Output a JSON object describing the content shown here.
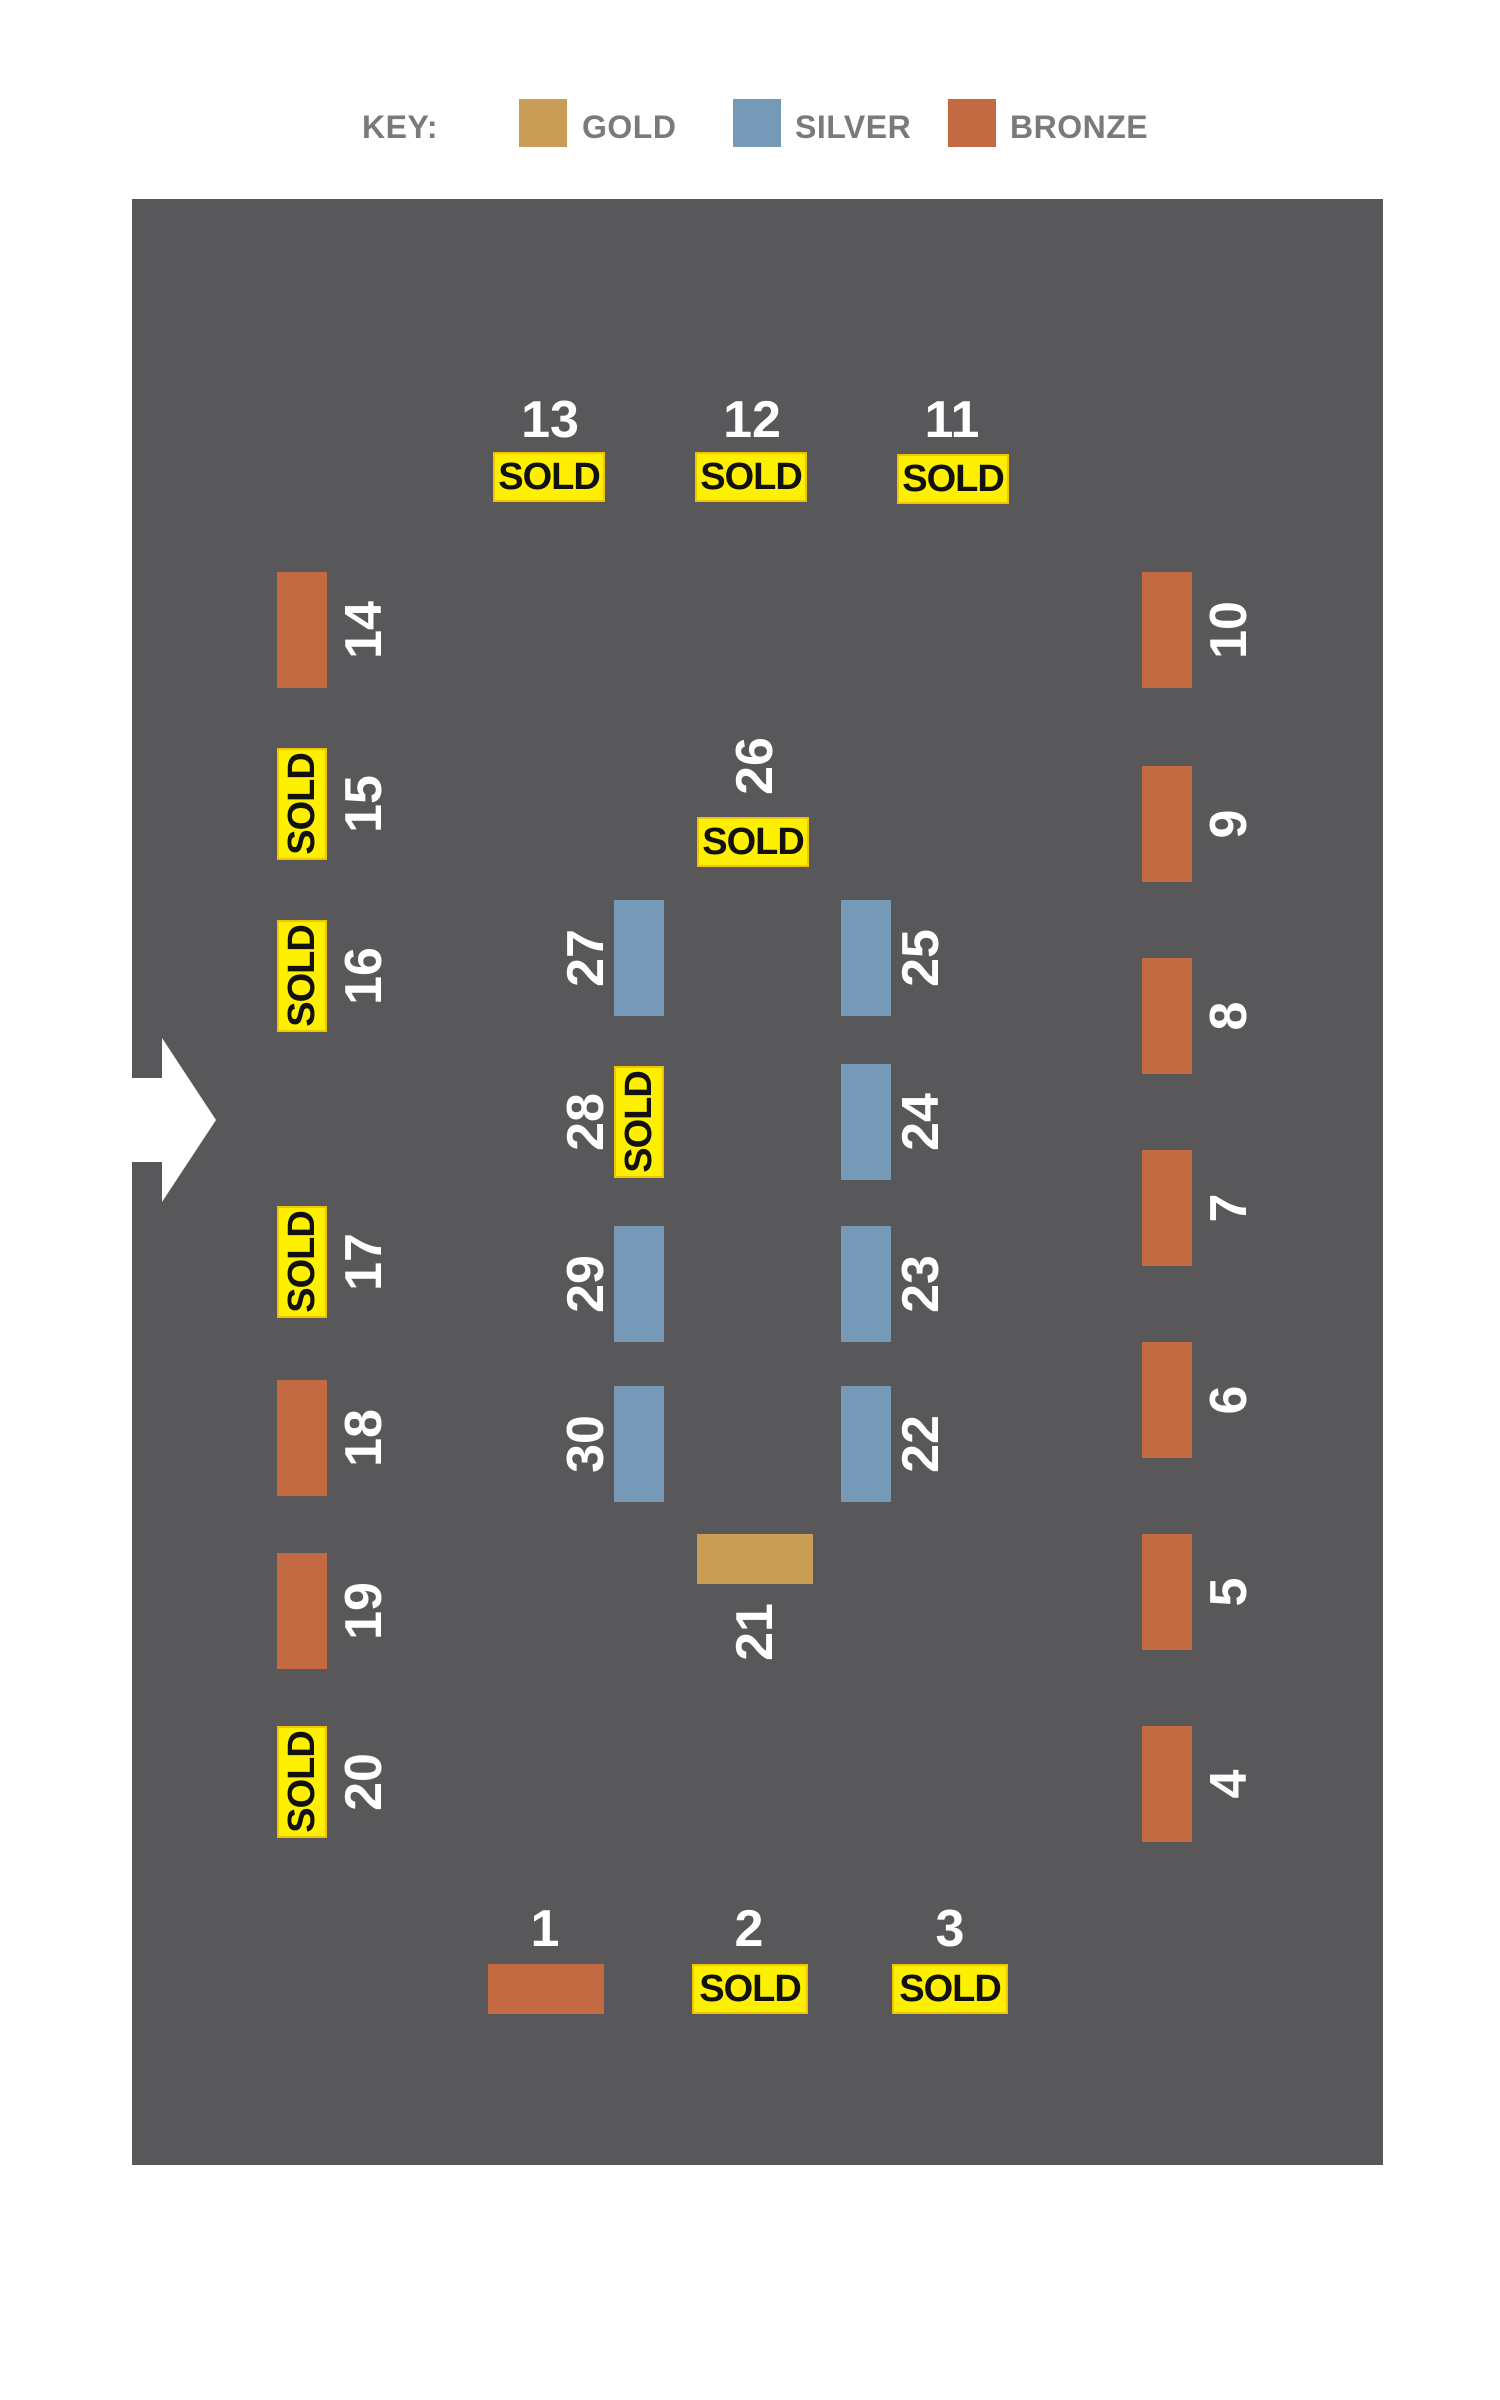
{
  "legend": {
    "key_label": "KEY:",
    "items": [
      {
        "label": "GOLD",
        "color": "#c99d55"
      },
      {
        "label": "SILVER",
        "color": "#7599b6"
      },
      {
        "label": "BRONZE",
        "color": "#c36a43"
      }
    ]
  },
  "colors": {
    "floor": "#58585b",
    "sold": "#ffef00",
    "number": "#ffffff",
    "arrow": "#ffffff"
  },
  "sold_label": "SOLD",
  "booths": [
    {
      "number": "1",
      "tier": "bronze",
      "sold": false
    },
    {
      "number": "2",
      "tier": "bronze",
      "sold": true
    },
    {
      "number": "3",
      "tier": "bronze",
      "sold": true
    },
    {
      "number": "4",
      "tier": "bronze",
      "sold": false
    },
    {
      "number": "5",
      "tier": "bronze",
      "sold": false
    },
    {
      "number": "6",
      "tier": "bronze",
      "sold": false
    },
    {
      "number": "7",
      "tier": "bronze",
      "sold": false
    },
    {
      "number": "8",
      "tier": "bronze",
      "sold": false
    },
    {
      "number": "9",
      "tier": "bronze",
      "sold": false
    },
    {
      "number": "10",
      "tier": "bronze",
      "sold": false
    },
    {
      "number": "11",
      "tier": "bronze",
      "sold": true
    },
    {
      "number": "12",
      "tier": "bronze",
      "sold": true
    },
    {
      "number": "13",
      "tier": "bronze",
      "sold": true
    },
    {
      "number": "14",
      "tier": "bronze",
      "sold": false
    },
    {
      "number": "15",
      "tier": "bronze",
      "sold": true
    },
    {
      "number": "16",
      "tier": "bronze",
      "sold": true
    },
    {
      "number": "17",
      "tier": "bronze",
      "sold": true
    },
    {
      "number": "18",
      "tier": "bronze",
      "sold": false
    },
    {
      "number": "19",
      "tier": "bronze",
      "sold": false
    },
    {
      "number": "20",
      "tier": "bronze",
      "sold": true
    },
    {
      "number": "21",
      "tier": "gold",
      "sold": false
    },
    {
      "number": "22",
      "tier": "silver",
      "sold": false
    },
    {
      "number": "23",
      "tier": "silver",
      "sold": false
    },
    {
      "number": "24",
      "tier": "silver",
      "sold": false
    },
    {
      "number": "25",
      "tier": "silver",
      "sold": false
    },
    {
      "number": "26",
      "tier": "gold",
      "sold": true
    },
    {
      "number": "27",
      "tier": "silver",
      "sold": false
    },
    {
      "number": "28",
      "tier": "silver",
      "sold": true
    },
    {
      "number": "29",
      "tier": "silver",
      "sold": false
    },
    {
      "number": "30",
      "tier": "silver",
      "sold": false
    }
  ]
}
